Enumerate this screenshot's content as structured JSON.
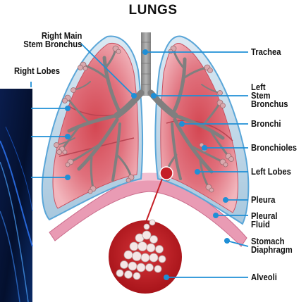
{
  "title": "LUNGS",
  "labels": {
    "right_main_stem_bronchus": [
      "Right Main",
      "Stem Bronchus"
    ],
    "right_lobes": "Right Lobes",
    "trachea": "Trachea",
    "left_stem_bronchus": [
      "Left",
      "Stem",
      "Bronchus"
    ],
    "bronchi": "Bronchi",
    "bronchioles": "Bronchioles",
    "left_lobes": "Left Lobes",
    "pleura": "Pleura",
    "pleural_fluid": [
      "Pleural",
      "Fluid"
    ],
    "stomach_diaphragm": [
      "Stomach",
      "Diaphragm"
    ],
    "alveoli": "Alveoli"
  },
  "colors": {
    "leader_line": "#1f8fd6",
    "lung_fill": "#e68d96",
    "pleura": "#b9d6ea",
    "trachea": "#9a9a9a",
    "diaphragm": "#e99bb4",
    "alveoli_circle": "#c51f26",
    "background_panel": "#06153a"
  }
}
